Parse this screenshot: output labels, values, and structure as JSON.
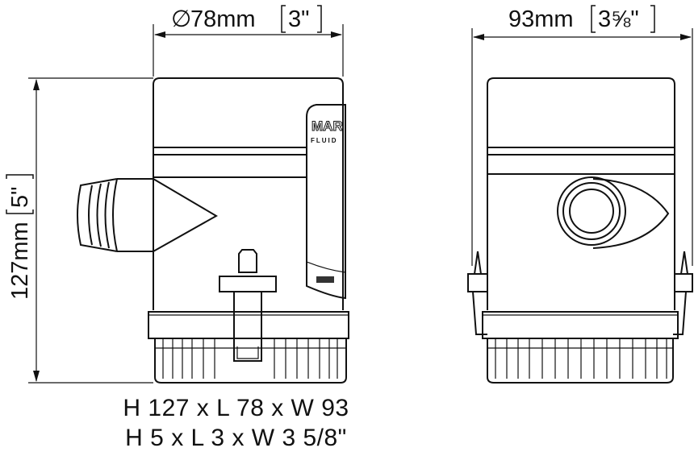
{
  "dimensions": {
    "diameter": {
      "symbol": "∅",
      "metric": "78mm",
      "imperial": "3\""
    },
    "width": {
      "metric": "93mm",
      "imperial": "3⅝\""
    },
    "height": {
      "metric": "127mm",
      "imperial": "5\""
    }
  },
  "specs": {
    "metric_line": "H 127 x L 78 x W 93",
    "imperial_line": "H 5 x L 3 x W 3 5/8\""
  },
  "logo": {
    "brand_top": "MAR",
    "brand_bottom": "FLUID"
  }
}
